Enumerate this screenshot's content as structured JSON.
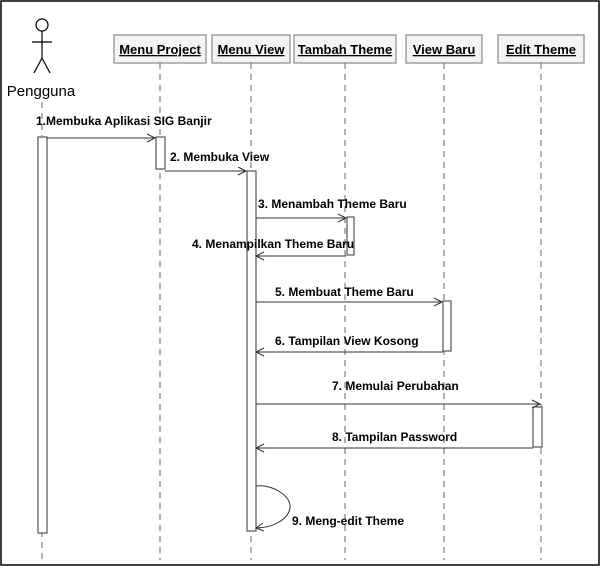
{
  "actor": {
    "name": "Pengguna"
  },
  "objects": [
    {
      "id": "menu-project",
      "name": "Menu Project"
    },
    {
      "id": "menu-view",
      "name": "Menu View"
    },
    {
      "id": "tambah-theme",
      "name": "Tambah Theme"
    },
    {
      "id": "view-baru",
      "name": "View Baru"
    },
    {
      "id": "edit-theme",
      "name": "Edit Theme"
    }
  ],
  "messages": [
    {
      "num": 1,
      "text": "1.Membuka Aplikasi SIG Banjir",
      "from": "actor",
      "to": "menu-project"
    },
    {
      "num": 2,
      "text": "2. Membuka View",
      "from": "menu-project",
      "to": "menu-view"
    },
    {
      "num": 3,
      "text": "3. Menambah Theme Baru",
      "from": "menu-view",
      "to": "tambah-theme"
    },
    {
      "num": 4,
      "text": "4. Menampilkan Theme Baru",
      "from": "tambah-theme",
      "to": "menu-view"
    },
    {
      "num": 5,
      "text": "5. Membuat Theme Baru",
      "from": "menu-view",
      "to": "view-baru"
    },
    {
      "num": 6,
      "text": "6. Tampilan View Kosong",
      "from": "view-baru",
      "to": "menu-view"
    },
    {
      "num": 7,
      "text": "7. Memulai Perubahan",
      "from": "menu-view",
      "to": "edit-theme"
    },
    {
      "num": 8,
      "text": "8. Tampilan Password",
      "from": "edit-theme",
      "to": "menu-view"
    },
    {
      "num": 9,
      "text": "9. Meng-edit Theme",
      "from": "menu-view",
      "to": "menu-view"
    }
  ]
}
